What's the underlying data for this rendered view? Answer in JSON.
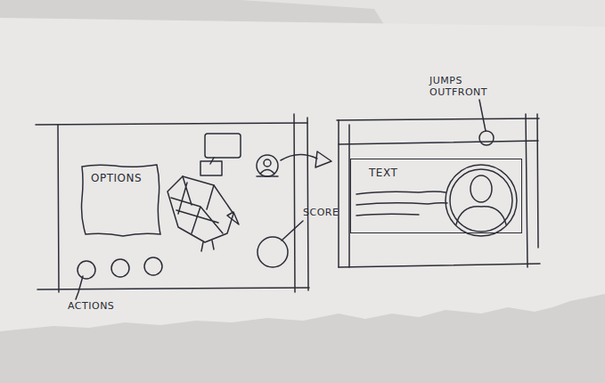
{
  "diagram": {
    "nodes": [
      {
        "text": [
          "OPTIONS"
        ]
      },
      {
        "text": [
          "TEXT"
        ]
      }
    ],
    "labels": [
      "ACTIONS",
      "SCORE",
      "JUMPS OUTFRONT"
    ]
  }
}
